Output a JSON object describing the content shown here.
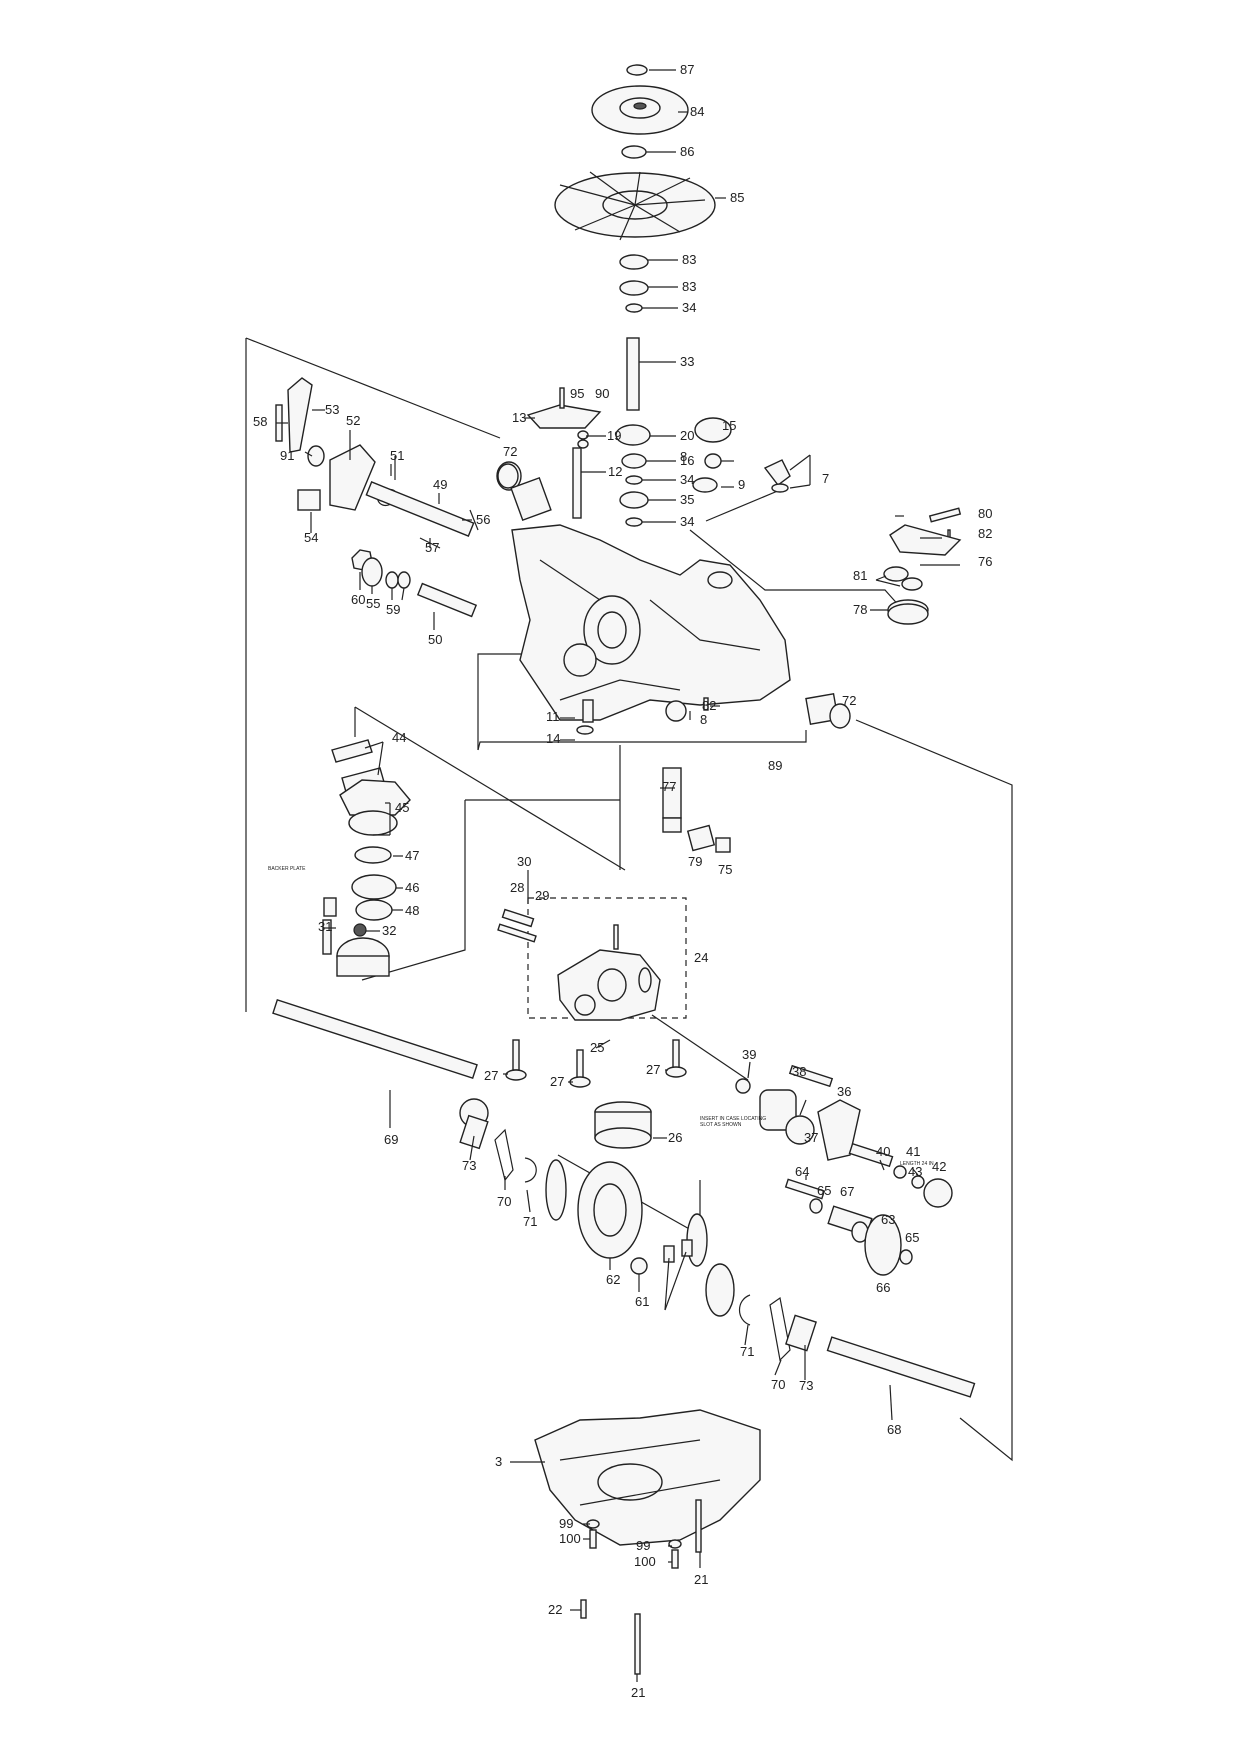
{
  "diagram": {
    "part_labels": [
      "87",
      "84",
      "86",
      "85",
      "83",
      "83",
      "34",
      "33",
      "95",
      "90",
      "13",
      "19",
      "20",
      "15",
      "16",
      "8",
      "12",
      "34",
      "9",
      "7",
      "35",
      "34",
      "58",
      "53",
      "52",
      "91",
      "51",
      "72",
      "49",
      "56",
      "54",
      "57",
      "60",
      "55",
      "59",
      "50",
      "80",
      "82",
      "76",
      "81",
      "78",
      "11",
      "82",
      "14",
      "8",
      "89",
      "72",
      "44",
      "45",
      "47",
      "46",
      "48",
      "31",
      "32",
      "30",
      "28",
      "29",
      "24",
      "77",
      "79",
      "75",
      "25",
      "27",
      "27",
      "27",
      "39",
      "38",
      "36",
      "37",
      "40",
      "41",
      "43",
      "42",
      "26",
      "69",
      "73",
      "70",
      "71",
      "62",
      "64",
      "65",
      "67",
      "63",
      "65",
      "66",
      "61",
      "71",
      "70",
      "73",
      "68",
      "3",
      "99",
      "99",
      "100",
      "100",
      "22",
      "21",
      "21"
    ],
    "small_notes": [
      "BACKER PLATE",
      "INSERT IN CASE LOCATING\nSLOT AS SHOWN",
      "LENGTH 24 IN"
    ]
  },
  "colors": {
    "ink": "#222222",
    "paper": "#ffffff"
  }
}
